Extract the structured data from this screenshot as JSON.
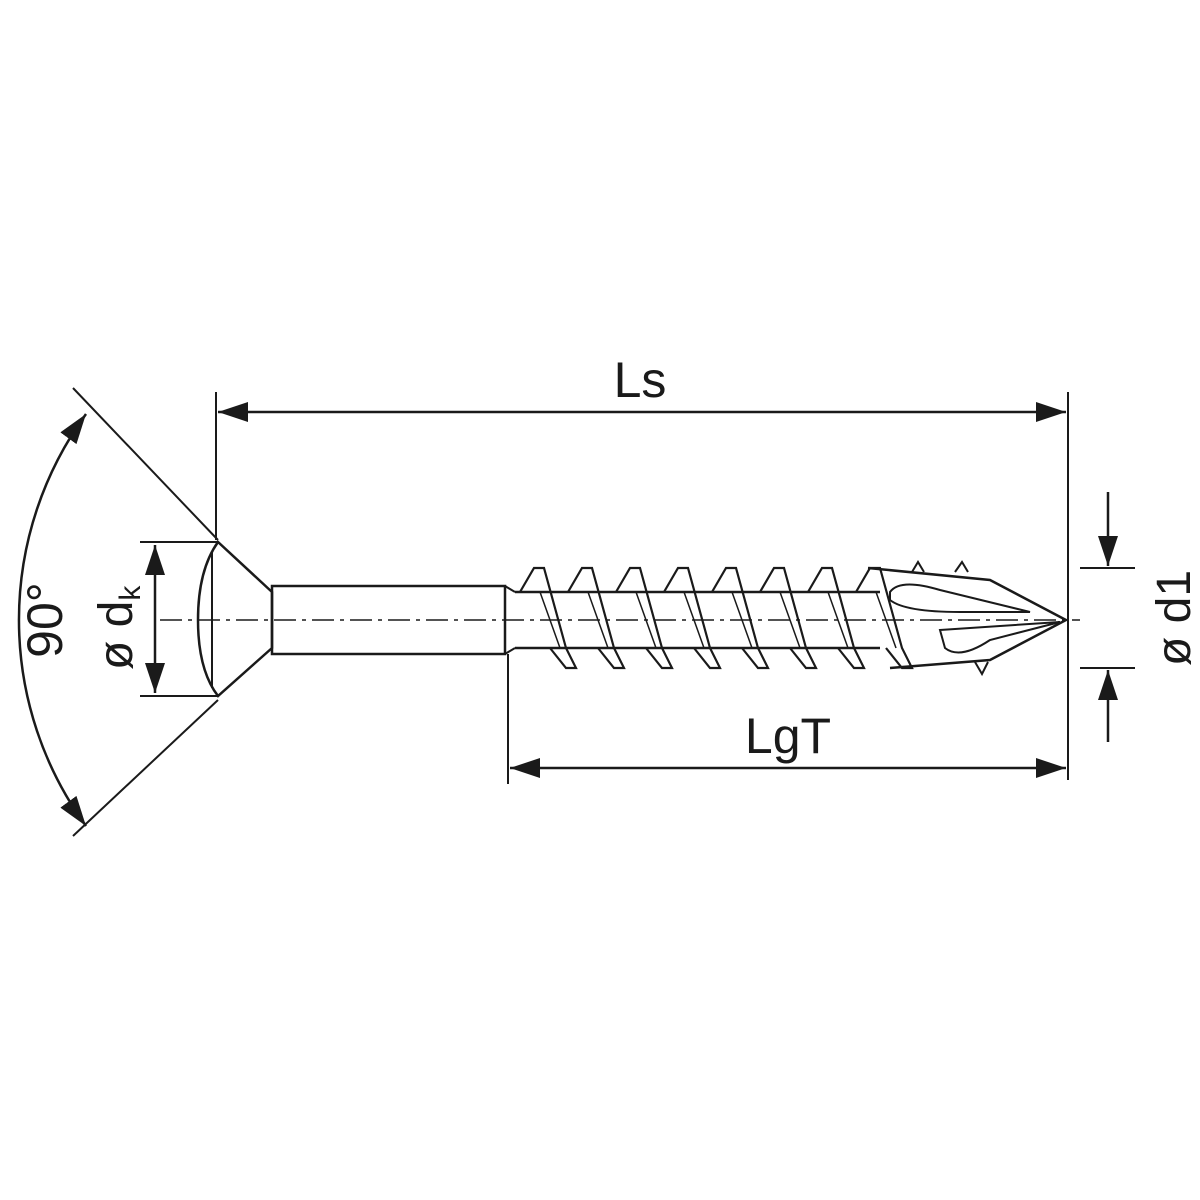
{
  "labels": {
    "angle": "90°",
    "head_diameter_prefix": "ø d",
    "head_diameter_subscript": "k",
    "screw_length": "Ls",
    "thread_length": "LgT",
    "thread_diameter": "ø d1"
  },
  "colors": {
    "line": "#1a1a1a",
    "background": "#ffffff"
  },
  "thread_turns": 8
}
